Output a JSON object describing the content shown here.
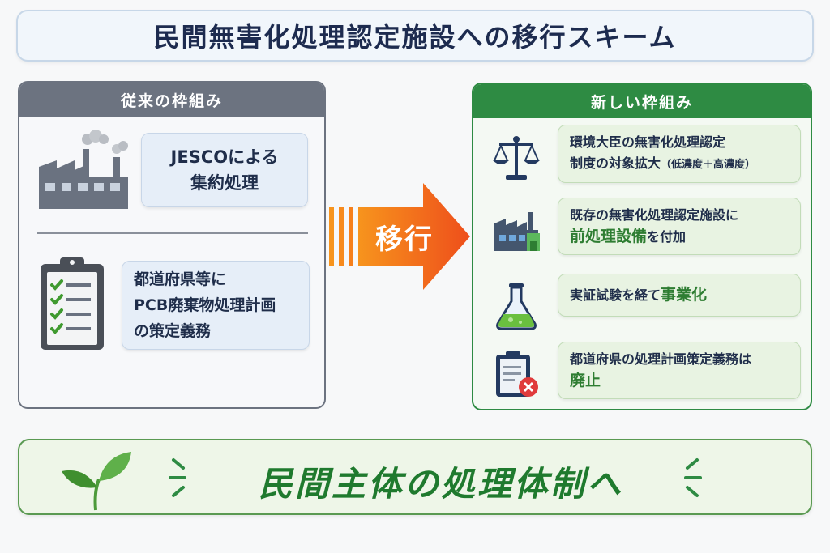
{
  "title": "民間無害化処理認定施設への移行スキーム",
  "left": {
    "header": "従来の枠組み",
    "card1": [
      "JESCOによる",
      "集約処理"
    ],
    "card2": [
      "都道府県等に",
      "PCB廃棄物処理計画",
      "の策定義務"
    ]
  },
  "arrow_label": "移行",
  "right": {
    "header": "新しい枠組み",
    "items": [
      {
        "line1": "環境大臣の無害化処理認定",
        "line2": "制度の対象拡大",
        "note": "（低濃度＋高濃度）"
      },
      {
        "line1": "既存の無害化処理認定施設に",
        "em": "前処理設備",
        "suffix": "を付加"
      },
      {
        "line1": "実証試験を経て",
        "em": "事業化"
      },
      {
        "line1": "都道府県の処理計画策定義務は",
        "em": "廃止"
      }
    ]
  },
  "bottom": "民間主体の処理体制へ",
  "colors": {
    "gray_header": "#6c7380",
    "green_header": "#2e8b43",
    "arrow": "#f26a1b",
    "bottom_text": "#1f7a2e"
  }
}
